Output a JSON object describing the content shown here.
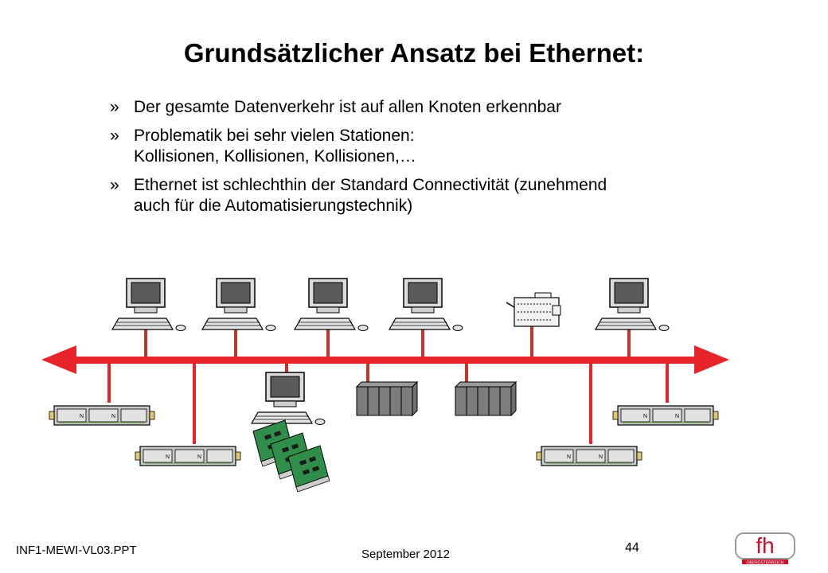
{
  "slide": {
    "title": "Grundsätzlicher Ansatz bei Ethernet:",
    "bullet_marker": "»",
    "bullets": [
      [
        "Der gesamte Datenverkehr ist auf allen Knoten erkennbar"
      ],
      [
        "Problematik bei sehr vielen Stationen:",
        "Kollisionen, Kollisionen, Kollisionen,…"
      ],
      [
        "Ethernet ist schlechthin der Standard Connectivität (zunehmend",
        "auch für die Automatisierungstechnik)"
      ]
    ]
  },
  "diagram": {
    "bus_color": "#e8242b",
    "drop_color": "#c0362c",
    "top_nodes": [
      "computer-icon",
      "computer-icon",
      "computer-icon",
      "computer-icon",
      "plc-module-icon",
      "computer-icon"
    ],
    "bottom_nodes": [
      "drive-controller-icon",
      "drive-controller-icon",
      "computer-with-io-cards-icon",
      "rack-icon",
      "rack-icon",
      "drive-controller-icon",
      "drive-controller-icon"
    ]
  },
  "footer": {
    "document": "INF1-MEWI-VL03.PPT",
    "date": "September 2012",
    "page": "44",
    "logo_text": "fh",
    "logo_subtitle": "OBERÖSTERREICH",
    "logo_colors": {
      "red": "#c8102e",
      "gray": "#9b9b9b"
    }
  }
}
